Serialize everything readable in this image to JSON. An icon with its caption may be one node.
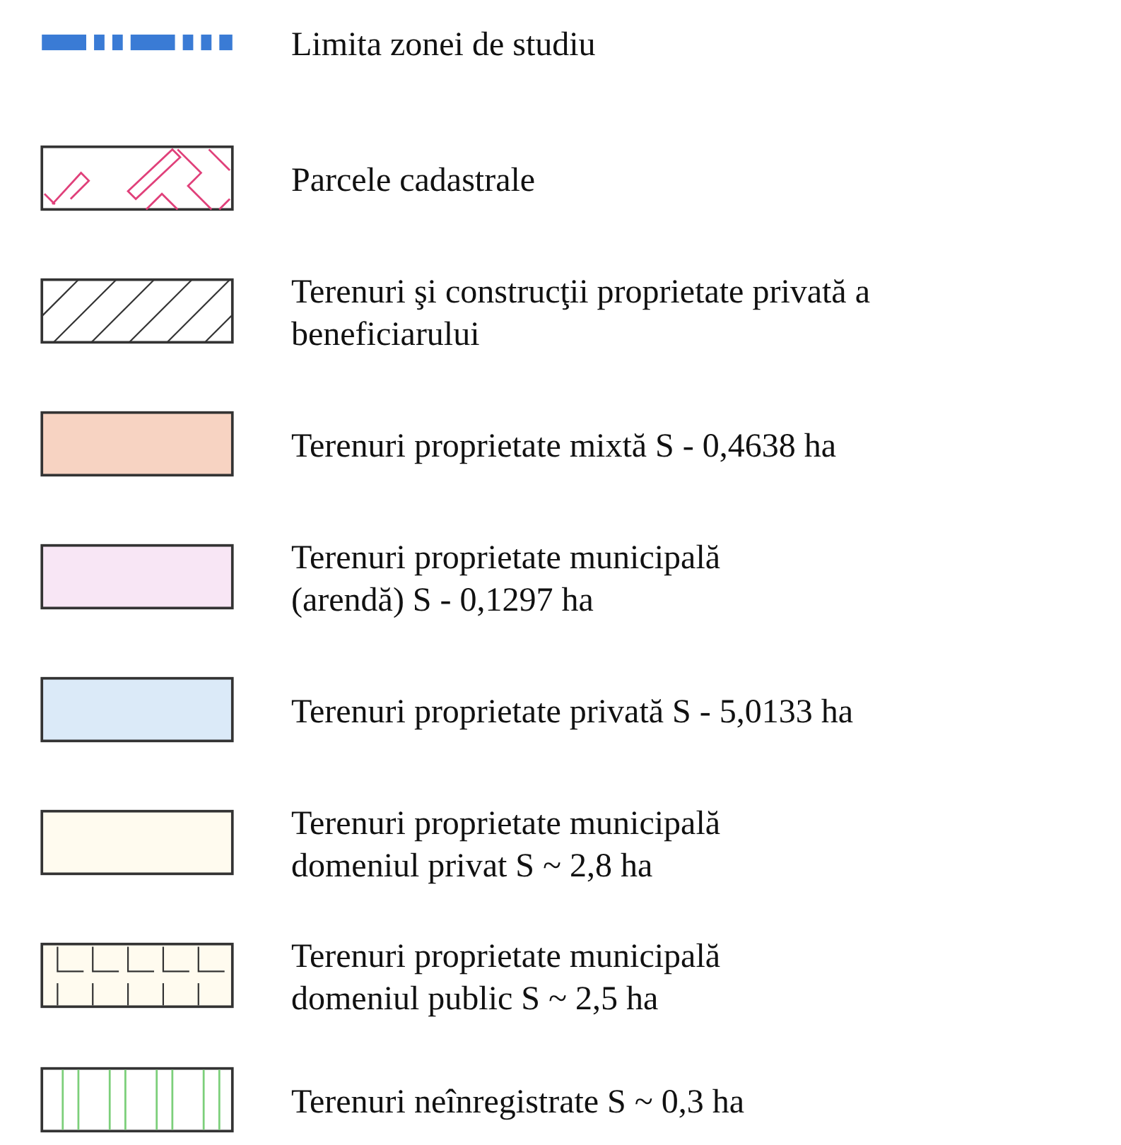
{
  "diagram": {
    "legend": [
      {
        "text": "Limita zonei de studiu"
      },
      {
        "text": "Parcele cadastrale"
      },
      {
        "text": "Terenuri şi construcţii proprietate privată a beneficiarului"
      },
      {
        "text": "Terenuri proprietate mixtă S - 0,4638 ha",
        "color": "#f7d3c2"
      },
      {
        "text": "Terenuri proprietate municipală (arendă) S - 0,1297 ha",
        "color": "#f8e6f5"
      },
      {
        "text": "Terenuri proprietate privată S - 5,0133 ha",
        "color": "#dbeaf8"
      },
      {
        "text": "Terenuri proprietate municipală domeniul privat S ~ 2,8 ha",
        "color": "#fffbef"
      },
      {
        "text": "Terenuri proprietate municipală domeniul public S ~ 2,5 ha"
      },
      {
        "text": "Terenuri neînregistrate S ~ 0,3 ha"
      }
    ]
  }
}
